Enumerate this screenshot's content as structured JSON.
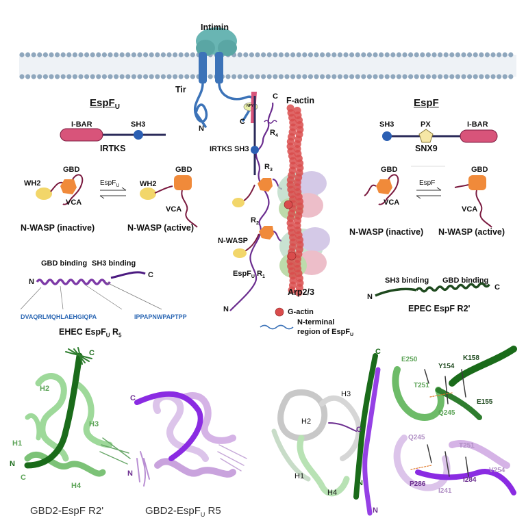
{
  "membrane": {
    "intimin": "Intimin",
    "tir": "Tir",
    "npy": "NPY"
  },
  "left": {
    "title": "EspF",
    "title_sub": "U",
    "irtks_domains": [
      "I-BAR",
      "SH3"
    ],
    "irtks_name": "IRTKS",
    "wasp_labels": {
      "wh2": "WH2",
      "gbd": "GBD",
      "vca": "VCA"
    },
    "arrow_label": "EspF",
    "arrow_label_sub": "U",
    "inactive": "N-WASP (inactive)",
    "active": "N-WASP (active)",
    "gbd_binding": "GBD binding",
    "sh3_binding": "SH3 binding",
    "seq1": "DVAQRLMQHLAEHGIQPA",
    "seq2": "IPPAPNWPAPTPP",
    "r5_name": "EHEC EspF",
    "r5_sub": "U",
    "r5_suffix": " R",
    "r5_subscript": "5"
  },
  "right": {
    "title": "EspF",
    "snx9_domains": [
      "SH3",
      "PX",
      "I-BAR"
    ],
    "snx9_name": "SNX9",
    "wasp_labels": {
      "gbd": "GBD",
      "vca": "VCA"
    },
    "arrow_label": "EspF",
    "inactive": "N-WASP (inactive)",
    "active": "N-WASP (active)",
    "sh3_binding": "SH3 binding",
    "gbd_binding": "GBD binding",
    "r2_name": "EPEC EspF R2'"
  },
  "center": {
    "factin": "F-actin",
    "irtks_sh3": "IRTKS SH3",
    "nwasp": "N-WASP",
    "espfu_r1": "EspF",
    "espfu_r1_sub": "U",
    "espfu_r1_suffix": " R",
    "espfu_r1_subscript": "1",
    "arp": "Arp2/3",
    "r4": "R",
    "r4_sub": "4",
    "r3": "R",
    "r3_sub": "3",
    "r2": "R",
    "r2_sub": "2",
    "c": "C",
    "n": "N",
    "legend_gactin": "G-actin",
    "legend_nterm_line1": "N-terminal",
    "legend_nterm_line2": "region of EspF",
    "legend_nterm_sub": "U"
  },
  "structures": {
    "gbd_espf_caption": "GBD2-EspF R2'",
    "gbd_espfu_caption": "GBD2-EspF",
    "gbd_espfu_sub": "U",
    "gbd_espfu_suffix": " R5",
    "left_labels": [
      "C",
      "H2",
      "H3",
      "H1",
      "N",
      "C",
      "H4"
    ],
    "middle_labels": [
      "C",
      "N"
    ],
    "overlay_labels": [
      "H3",
      "H2",
      "C",
      "H1",
      "H4",
      "N",
      "N",
      "C"
    ],
    "zoom_top": [
      "E250",
      "Y154",
      "K158",
      "T251",
      "E155",
      "Q245"
    ],
    "zoom_bottom": [
      "Q245",
      "T251",
      "V254",
      "I284",
      "P286",
      "I241"
    ]
  },
  "colors": {
    "membrane_head": "#8fa7bd",
    "tir_blue": "#3c73b8",
    "purple": "#6b2d8f",
    "maroon": "#7a1a3f",
    "orange": "#f08a3a",
    "yellow": "#f2d66a",
    "ibar_pink": "#d8547a",
    "sh3_blue": "#2b5fb3",
    "dark_green": "#1a6b1a",
    "light_green": "#8fd18a",
    "violet": "#8a2be2",
    "lilac": "#d5b3e6",
    "gray": "#c8c8c8",
    "actin_red": "#d94c4c"
  }
}
